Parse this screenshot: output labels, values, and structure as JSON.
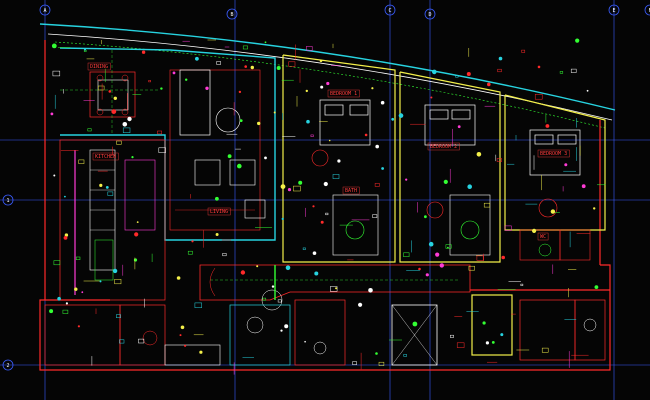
{
  "drawing": {
    "kind": "architectural floor plan (CAD)",
    "colors": {
      "background": "#050505",
      "wall_red": "#ff2a2a",
      "room_yellow": "#f4f04a",
      "room_white": "#ffffff",
      "fixture_green": "#33ff33",
      "cyan": "#27d3e0",
      "blue": "#3a5cff",
      "magenta": "#ff3bd6"
    }
  },
  "grid_tags": [
    {
      "label": "A"
    },
    {
      "label": "B"
    },
    {
      "label": "C"
    },
    {
      "label": "D"
    },
    {
      "label": "E"
    },
    {
      "label": "F"
    },
    {
      "label": "1"
    },
    {
      "label": "2"
    }
  ],
  "rooms": [
    {
      "tag": "BEDROOM 1",
      "color": "#ff3b3b"
    },
    {
      "tag": "BEDROOM 2",
      "color": "#ff3b3b"
    },
    {
      "tag": "BEDROOM 3",
      "color": "#ff3b3b"
    },
    {
      "tag": "LIVING",
      "color": "#ff3b3b"
    },
    {
      "tag": "DINING",
      "color": "#ff3b3b"
    },
    {
      "tag": "KITCHEN",
      "color": "#ff3b3b"
    },
    {
      "tag": "BATH",
      "color": "#ff3b3b"
    },
    {
      "tag": "WC",
      "color": "#ff3b3b"
    }
  ]
}
